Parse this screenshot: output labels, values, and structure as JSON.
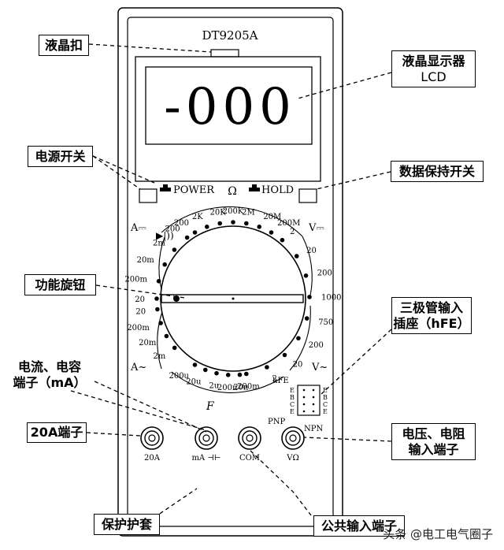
{
  "device": {
    "model": "DT9205A",
    "lcd_text": "-000",
    "power_label": "POWER",
    "hold_label": "HOLD",
    "ohm_symbol": "Ω",
    "dial": {
      "left_top": [
        "200",
        "2m",
        "20m",
        "200m",
        "20"
      ],
      "left_bottom": [
        "20",
        "200m",
        "20m",
        "2m"
      ],
      "cap": [
        "200u",
        "20u",
        "2u",
        "200n",
        "20n"
      ],
      "resistance": [
        "200",
        "2K",
        "20K",
        "200K",
        "2M",
        "20M",
        "200M"
      ],
      "right": [
        "2",
        "20",
        "200",
        "1000",
        "750",
        "200",
        "20",
        "2",
        "200m"
      ],
      "hfe": "hFE",
      "a_dc": "A⎓",
      "a_ac": "A~",
      "v_dc": "V⎓",
      "v_ac": "V~",
      "cap_symbol": "F"
    },
    "socket_labels": {
      "pnp": "PNP",
      "npn": "NPN",
      "pins_left": [
        "E",
        "B",
        "C",
        "E"
      ],
      "pins_right": [
        "E",
        "B",
        "C",
        "E"
      ]
    },
    "jacks": [
      "20A",
      "mA ⊣⊢",
      "COM",
      "VΩ"
    ]
  },
  "callouts": {
    "lcd_clip": "液晶扣",
    "lcd_display": "液晶显示器",
    "lcd_display_sub": "LCD",
    "power_switch": "电源开关",
    "hold_switch": "数据保持开关",
    "function_knob": "功能旋钮",
    "transistor_socket_1": "三极管输入",
    "transistor_socket_2": "插座（hFE）",
    "current_cap_1": "电流、电容",
    "current_cap_2": "端子（mA）",
    "terminal_20a": "20A端子",
    "volt_res_1": "电压、电阻",
    "volt_res_2": "输入端子",
    "protective_case": "保护护套",
    "com_terminal": "公共输入端子"
  },
  "watermark": "头条 @电工电气圈子"
}
